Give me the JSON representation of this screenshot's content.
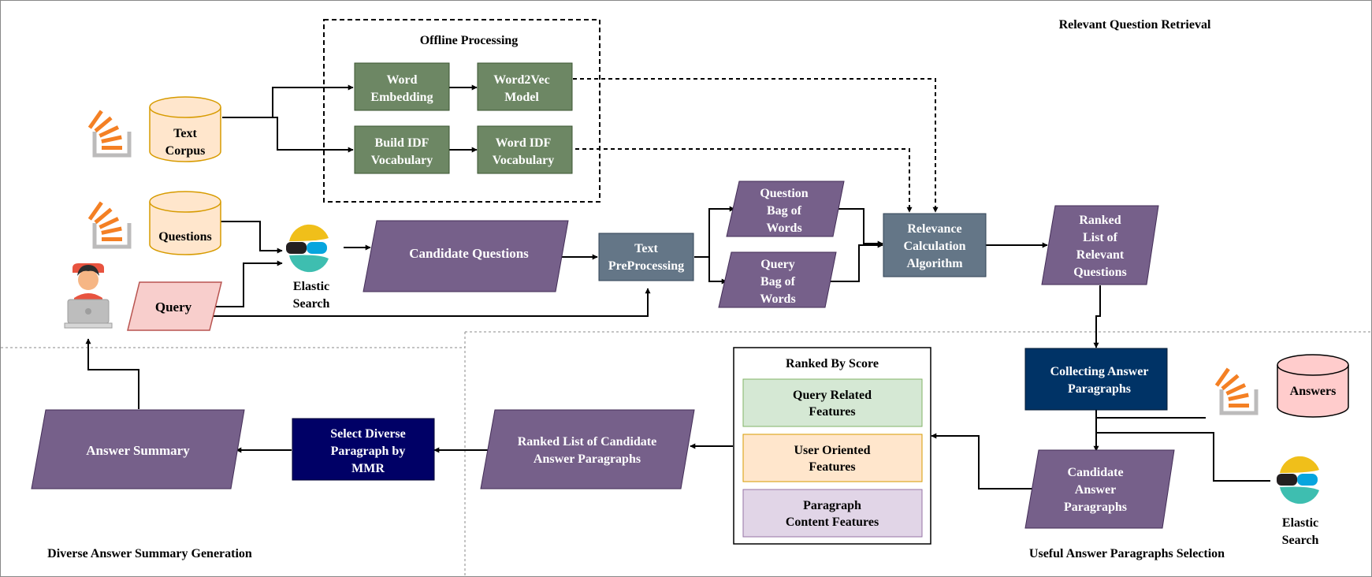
{
  "sections": {
    "retrieval": "Relevant Question Retrieval",
    "offline": "Offline Processing",
    "useful": "Useful Answer Paragraphs Selection",
    "diverse": "Diverse Answer Summary Generation"
  },
  "nodes": {
    "text_corpus": [
      "Text",
      "Corpus"
    ],
    "questions": [
      "Questions"
    ],
    "query": [
      "Query"
    ],
    "elastic_search_1": [
      "Elastic",
      "Search"
    ],
    "word_embedding": [
      "Word",
      "Embedding"
    ],
    "word2vec": [
      "Word2Vec",
      "Model"
    ],
    "build_idf": [
      "Build IDF",
      "Vocabulary"
    ],
    "word_idf": [
      "Word IDF",
      "Vocabulary"
    ],
    "candidate_questions": [
      "Candidate Questions"
    ],
    "text_preprocessing": [
      "Text",
      "PreProcessing"
    ],
    "question_bow": [
      "Question",
      "Bag of",
      "Words"
    ],
    "query_bow": [
      "Query",
      "Bag of",
      "Words"
    ],
    "relevance": [
      "Relevance",
      "Calculation",
      "Algorithm"
    ],
    "ranked_list": [
      "Ranked",
      "List of",
      "Relevant",
      "Questions"
    ],
    "collecting": [
      "Collecting Answer",
      "Paragraphs"
    ],
    "answers": [
      "Answers"
    ],
    "elastic_search_2": [
      "Elastic",
      "Search"
    ],
    "candidate_answer": [
      "Candidate",
      "Answer",
      "Paragraphs"
    ],
    "ranked_by_score": [
      "Ranked By Score"
    ],
    "query_features": [
      "Query Related",
      "Features"
    ],
    "user_features": [
      "User Oriented",
      "Features"
    ],
    "paragraph_features": [
      "Paragraph",
      "Content Features"
    ],
    "ranked_candidate": [
      "Ranked List of Candidate",
      "Answer Paragraphs"
    ],
    "select_diverse": [
      "Select Diverse",
      "Paragraph by",
      "MMR"
    ],
    "answer_summary": [
      "Answer Summary"
    ]
  },
  "icons": {
    "stack_overflow": "stack-overflow-logo",
    "elastic": "elasticsearch-logo",
    "user": "user-at-laptop-icon"
  },
  "colors": {
    "green_box": "#6d8764",
    "purple_box": "#76608a",
    "slate_box": "#647687",
    "navy_box": "#003366",
    "dark_navy_box": "#000066",
    "cylinder_orange": "#ffe6cc",
    "cylinder_pink": "#ffcccc",
    "query_fill": "#f8cecc",
    "feature_green": "#d5e8d4",
    "feature_orange": "#ffe6cc",
    "feature_purple": "#e1d5e7"
  }
}
